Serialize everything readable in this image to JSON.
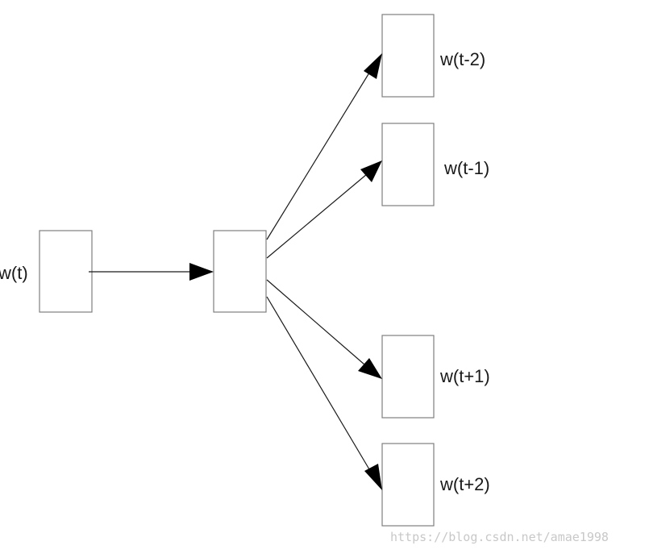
{
  "diagram": {
    "input_label": "w(t)",
    "outputs": [
      {
        "label": "w(t-2)"
      },
      {
        "label": "w(t-1)"
      },
      {
        "label": "w(t+1)"
      },
      {
        "label": "w(t+2)"
      }
    ],
    "watermark": "https://blog.csdn.net/amae1998",
    "colors": {
      "box_stroke": "#7f7f7f",
      "line": "#1a1a1a",
      "arrow": "#000000",
      "text": "#1a1a1a",
      "watermark": "#c8c8c8"
    }
  }
}
